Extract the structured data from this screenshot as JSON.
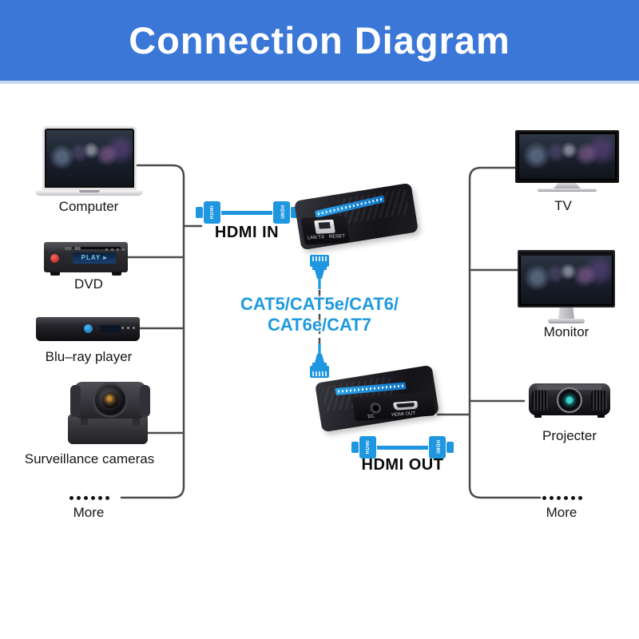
{
  "header": {
    "title": "Connection Diagram"
  },
  "left_devices": [
    {
      "name": "computer",
      "label": "Computer"
    },
    {
      "name": "dvd",
      "label": "DVD"
    },
    {
      "name": "bluray",
      "label": "Blu–ray player"
    },
    {
      "name": "surveillance-camera",
      "label": "Surveillance cameras"
    },
    {
      "name": "more",
      "label": "More"
    }
  ],
  "right_devices": [
    {
      "name": "tv",
      "label": "TV"
    },
    {
      "name": "monitor",
      "label": "Monitor"
    },
    {
      "name": "projector",
      "label": "Projecter"
    },
    {
      "name": "more",
      "label": "More"
    }
  ],
  "center": {
    "hdmi_in": "HDMI IN",
    "hdmi_out": "HDMI OUT",
    "hdmi_plug": "HDMI",
    "cat_line1": "CAT5/CAT5e/CAT6/",
    "cat_line2": "CAT6e/CAT7",
    "dvd_display": "PLAY ▸",
    "tx": {
      "lan_label": "LAN TX",
      "reset_label": "RESET"
    },
    "rx": {
      "dc_label": "DC",
      "out_label": "HDMI OUT"
    }
  },
  "colors": {
    "header_bg": "#3b77d7",
    "accent_blue": "#1e96e0",
    "cat_text_blue": "#1f9ade",
    "wire_gray": "#4c4c4c"
  }
}
